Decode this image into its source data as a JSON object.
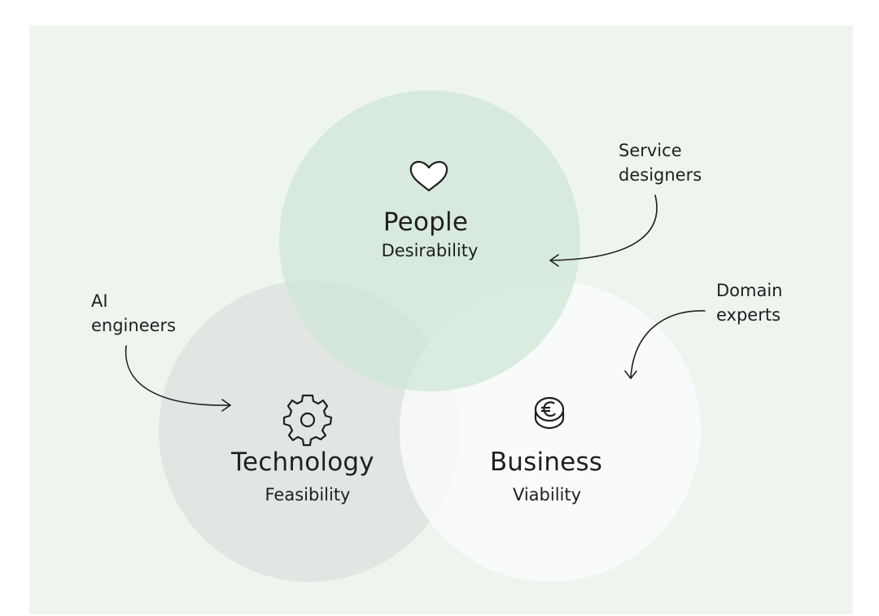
{
  "circles": {
    "people": {
      "title": "People",
      "subtitle": "Desirability",
      "icon": "heart-icon",
      "color": "#cfe6d6"
    },
    "technology": {
      "title": "Technology",
      "subtitle": "Feasibility",
      "icon": "gear-icon",
      "color": "#dfe4e1"
    },
    "business": {
      "title": "Business",
      "subtitle": "Viability",
      "icon": "euro-coin-icon",
      "color": "#fbfcfb"
    }
  },
  "annotations": {
    "service_designers": {
      "line1": "Service",
      "line2": "designers"
    },
    "ai_engineers": {
      "line1": "AI",
      "line2": "engineers"
    },
    "domain_experts": {
      "line1": "Domain",
      "line2": "experts"
    }
  },
  "colors": {
    "background": "#eef5ef",
    "text": "#1f1f1f"
  }
}
